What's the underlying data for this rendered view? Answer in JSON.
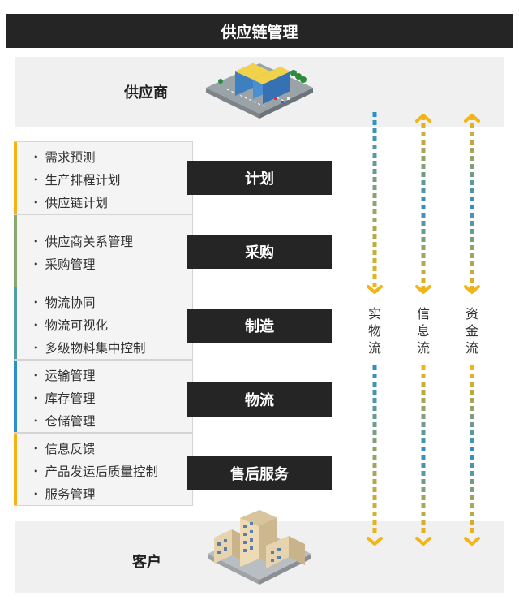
{
  "title": "供应链管理",
  "supplier": {
    "label": "供应商"
  },
  "customer": {
    "label": "客户"
  },
  "rows": [
    {
      "stage": "计划",
      "color": "#f2b515",
      "items": [
        "需求预测",
        "生产排程计划",
        "供应链计划"
      ]
    },
    {
      "stage": "采购",
      "color": "#8aa86b",
      "items": [
        "供应商关系管理",
        "采购管理"
      ]
    },
    {
      "stage": "制造",
      "color": "#4f9ea3",
      "items": [
        "物流协同",
        "物流可视化",
        "多级物料集中控制"
      ]
    },
    {
      "stage": "物流",
      "color": "#2d8fc7",
      "items": [
        "运输管理",
        "库存管理",
        "仓储管理"
      ]
    },
    {
      "stage": "售后服务",
      "color": "#f2b515",
      "items": [
        "信息反馈",
        "产品发运后质量控制",
        "服务管理"
      ]
    }
  ],
  "flows": [
    {
      "label": "实物流",
      "direction": "down",
      "colors": [
        "#2d8fc7",
        "#f2b515"
      ]
    },
    {
      "label": "信息流",
      "direction": "both",
      "colors": [
        "#f2b515",
        "#2d8fc7",
        "#f2b515"
      ]
    },
    {
      "label": "资金流",
      "direction": "both",
      "colors": [
        "#f2b515",
        "#2d8fc7",
        "#f2b515"
      ]
    }
  ]
}
